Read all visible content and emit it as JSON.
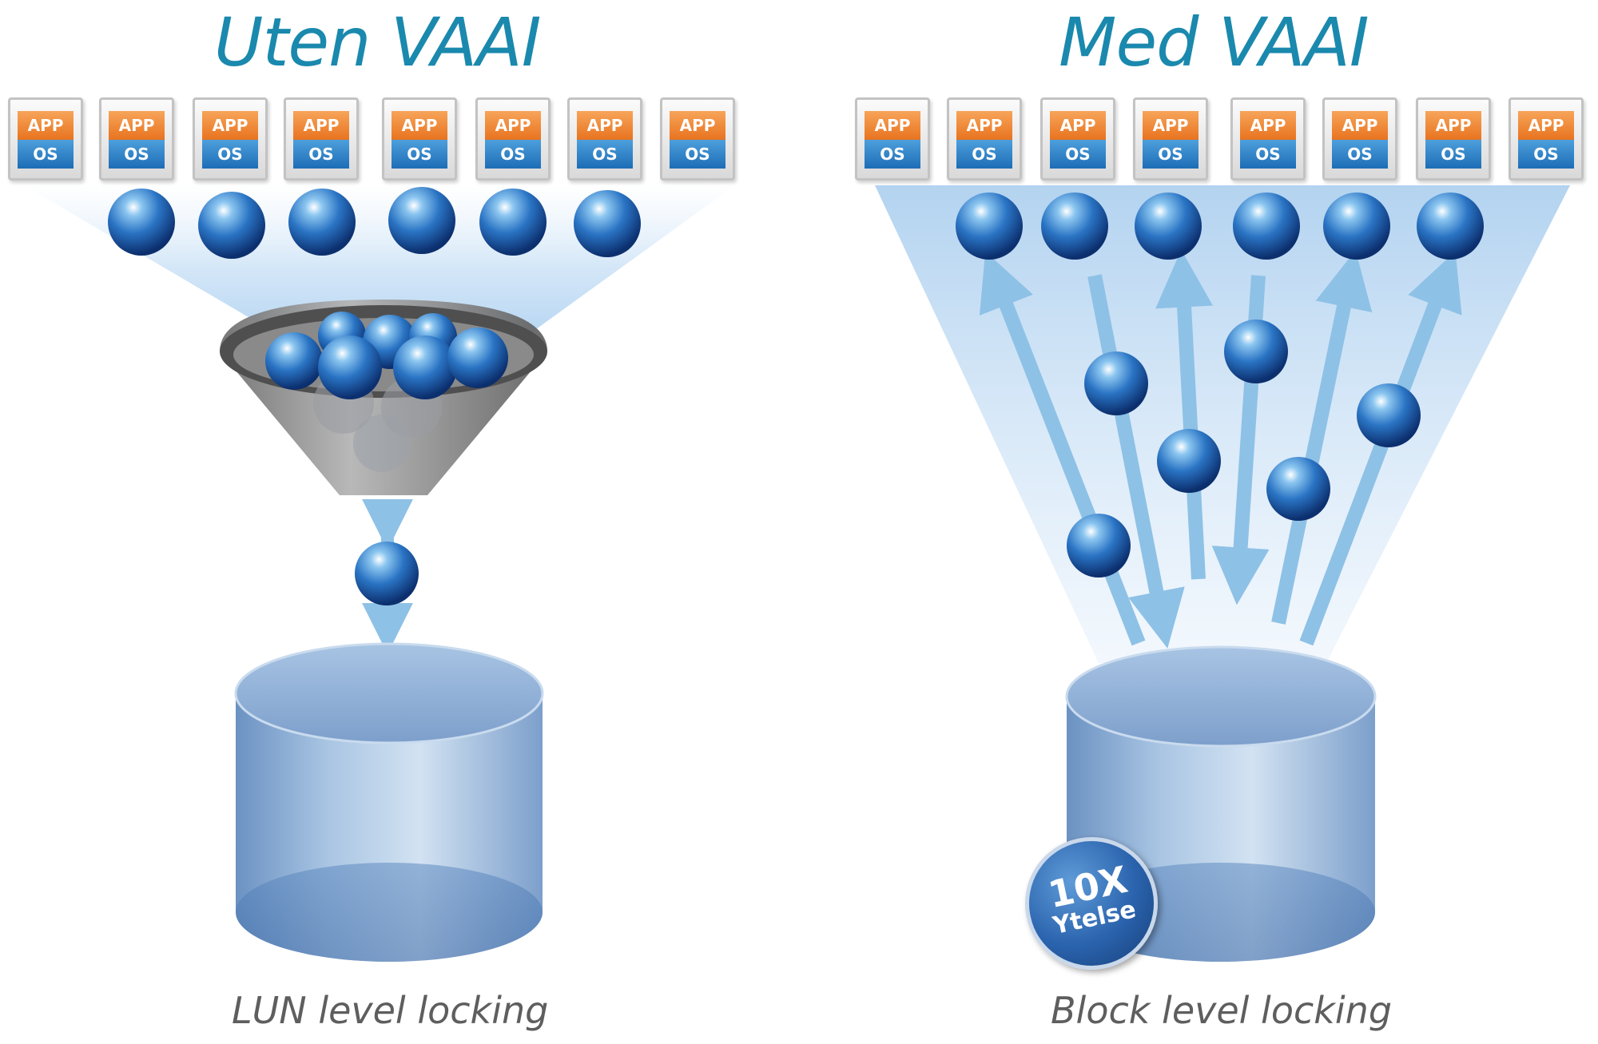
{
  "left": {
    "title": "Uten VAAI",
    "caption": "LUN level locking",
    "vms": [
      {
        "app": "APP",
        "os": "OS"
      },
      {
        "app": "APP",
        "os": "OS"
      },
      {
        "app": "APP",
        "os": "OS"
      },
      {
        "app": "APP",
        "os": "OS"
      },
      {
        "app": "APP",
        "os": "OS"
      },
      {
        "app": "APP",
        "os": "OS"
      },
      {
        "app": "APP",
        "os": "OS"
      },
      {
        "app": "APP",
        "os": "OS"
      }
    ]
  },
  "right": {
    "title": "Med VAAI",
    "caption": "Block level locking",
    "badge": {
      "line1": "10X",
      "line2": "Ytelse"
    },
    "vms": [
      {
        "app": "APP",
        "os": "OS"
      },
      {
        "app": "APP",
        "os": "OS"
      },
      {
        "app": "APP",
        "os": "OS"
      },
      {
        "app": "APP",
        "os": "OS"
      },
      {
        "app": "APP",
        "os": "OS"
      },
      {
        "app": "APP",
        "os": "OS"
      },
      {
        "app": "APP",
        "os": "OS"
      },
      {
        "app": "APP",
        "os": "OS"
      }
    ]
  },
  "colors": {
    "title": "#1a89ad",
    "caption": "#5e5e5e",
    "app": "#e8731f",
    "os": "#1d6db6",
    "sphere": "#1f5fae",
    "arrow": "#8ec1e6",
    "cylinder": "#7ba3cf"
  }
}
